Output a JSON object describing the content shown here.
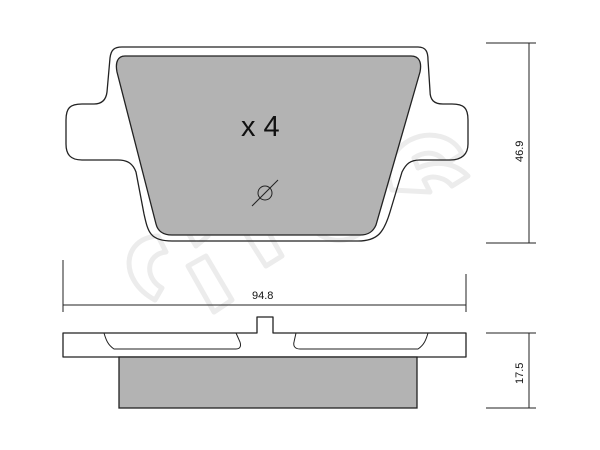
{
  "quantity_label": "x 4",
  "dimensions": {
    "width": "94.8",
    "height": "46.9",
    "thickness": "17.5"
  },
  "watermark": {
    "text": "cifam",
    "color": "#ececec"
  },
  "colors": {
    "pad_friction": "#b3b3b3",
    "outline": "#222222",
    "background": "#ffffff"
  }
}
